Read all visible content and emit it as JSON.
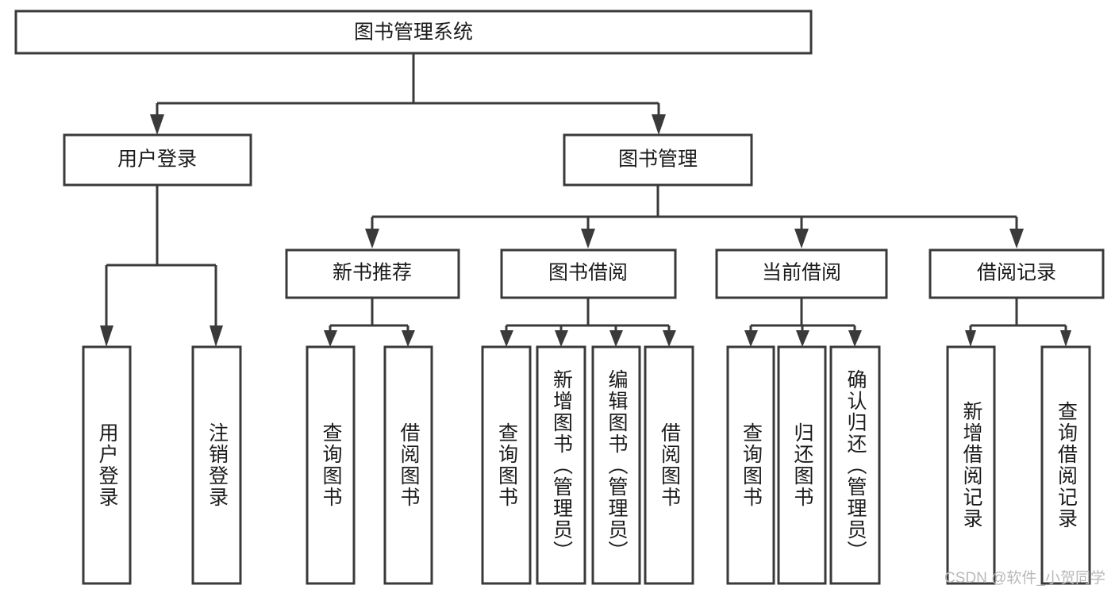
{
  "diagram": {
    "title": "图书管理系统",
    "type": "tree",
    "colors": {
      "box_stroke": "#3a3a3a",
      "box_fill": "#ffffff",
      "connector": "#3a3a3a",
      "text": "#1b1b1b",
      "watermark": "#b9b9b9"
    },
    "root": {
      "label": "图书管理系统"
    },
    "level2": [
      {
        "label": "用户登录"
      },
      {
        "label": "图书管理"
      }
    ],
    "level3": [
      {
        "label": "新书推荐"
      },
      {
        "label": "图书借阅"
      },
      {
        "label": "当前借阅"
      },
      {
        "label": "借阅记录"
      }
    ],
    "leaves": {
      "user_login": [
        {
          "label": "用户登录"
        },
        {
          "label": "注销登录"
        }
      ],
      "new_book": [
        {
          "label": "查询图书"
        },
        {
          "label": "借阅图书"
        }
      ],
      "book_borrow": [
        {
          "label": "查询图书"
        },
        {
          "label": "新增图书（管理员）"
        },
        {
          "label": "编辑图书（管理员）"
        },
        {
          "label": "借阅图书"
        }
      ],
      "current_borrow": [
        {
          "label": "查询图书"
        },
        {
          "label": "归还图书"
        },
        {
          "label": "确认归还（管理员）"
        }
      ],
      "borrow_record": [
        {
          "label": "新增借阅记录"
        },
        {
          "label": "查询借阅记录"
        }
      ]
    }
  },
  "watermark": {
    "text": "CSDN @软件_小贺同学"
  }
}
